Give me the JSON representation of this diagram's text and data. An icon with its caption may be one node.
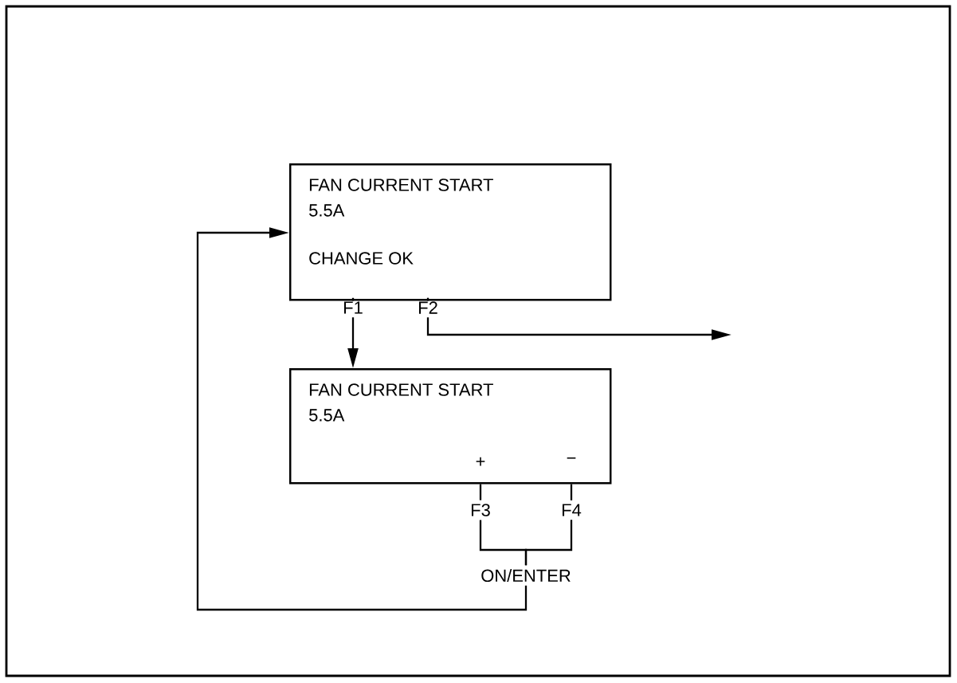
{
  "diagram": {
    "nodes": [
      {
        "text": [
          "FAN CURRENT START",
          "5.5A",
          "CHANGE OK"
        ]
      },
      {
        "text": [
          "F1"
        ]
      },
      {
        "text": [
          "F2"
        ]
      },
      {
        "text": [
          "FAN CURRENT START",
          "5.5A",
          "+",
          "−"
        ]
      },
      {
        "text": [
          "F3"
        ]
      },
      {
        "text": [
          "F4"
        ]
      },
      {
        "text": [
          "ON/ENTER"
        ]
      }
    ],
    "edges": [
      {
        "from": 0,
        "to": 1,
        "arrow": "none"
      },
      {
        "from": 0,
        "to": 2,
        "arrow": "none"
      },
      {
        "from": 1,
        "to": 3,
        "arrow": "to"
      },
      {
        "from": 2,
        "to": null,
        "arrow": "to"
      },
      {
        "from": 3,
        "to": 4,
        "arrow": "none"
      },
      {
        "from": 3,
        "to": 5,
        "arrow": "none"
      },
      {
        "from": 4,
        "to": 6,
        "arrow": "none"
      },
      {
        "from": 5,
        "to": 6,
        "arrow": "none"
      },
      {
        "from": 6,
        "to": 0,
        "arrow": "to"
      }
    ]
  }
}
